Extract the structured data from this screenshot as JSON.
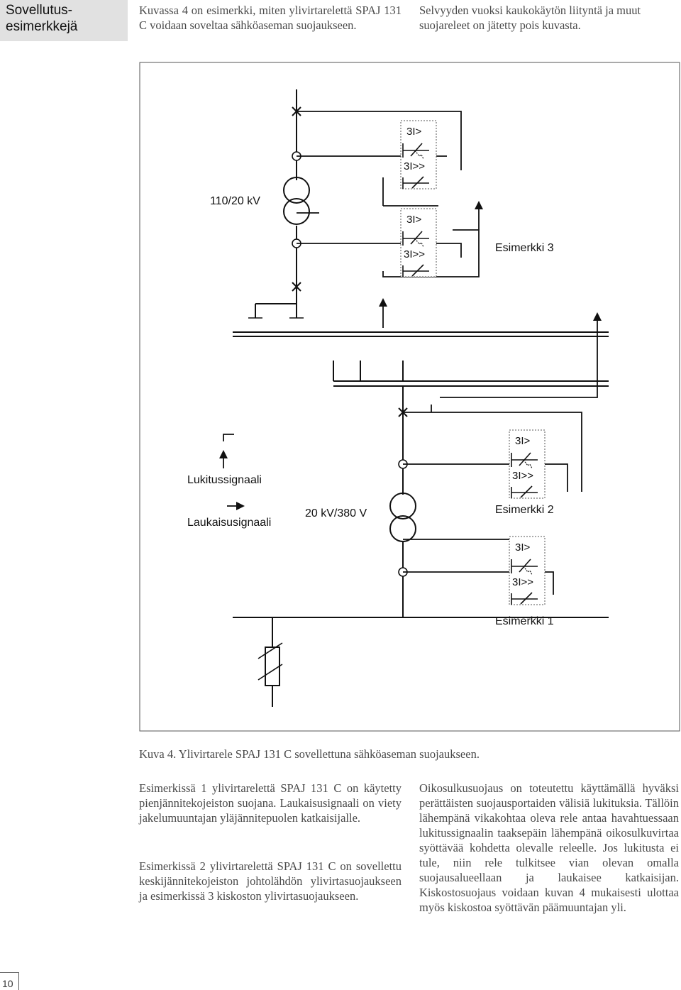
{
  "section": {
    "title": "Sovellutus-\nesimerkkejä",
    "background": "#e1e1e1"
  },
  "intro": {
    "left": "Kuvassa 4 on esimerkki, miten ylivirtarelettä SPAJ 131 C voidaan soveltaa sähköaseman suojaukseen.",
    "right": "Selvyyden vuoksi kaukokäytön liityntä ja muut suojareleet on jätetty pois kuvasta."
  },
  "diagram": {
    "labels": {
      "transformer_hv": "110/20 kV",
      "transformer_lv": "20 kV/380 V",
      "example_3": "Esimerkki 3",
      "example_2": "Esimerkki 2",
      "example_1": "Esimerkki 1",
      "blocking_signal": "Lukitussignaali",
      "trip_signal": "Laukaisusignaali"
    },
    "relay_stage_low": "3I>",
    "relay_stage_high": "3I>>",
    "line_color": "#111111",
    "icons": [
      "transformer-symbol",
      "circuit-breaker-cross",
      "current-transformer-circle",
      "overcurrent-relay-symbol",
      "signal-arrow",
      "fuse-symbol"
    ]
  },
  "caption": "Kuva 4. Ylivirtarele SPAJ 131 C sovellettuna sähköaseman suojaukseen.",
  "paragraphs": {
    "p1": "Esimerkissä 1 ylivirtarelettä SPAJ 131 C on käytetty pienjännitekojeiston suojana. Laukaisusignaali on viety jakelumuuntajan yläjännitepuolen katkaisijalle.",
    "p2": "Esimerkissä 2 ylivirtarelettä SPAJ 131 C on sovellettu keskijännitekojeiston johtolähdön ylivirtasuojaukseen ja esimerkissä 3 kiskoston ylivirtasuojaukseen.",
    "p3": "Oikosulkusuojaus on toteutettu käyttämällä hyväksi perättäisten suojausportaiden välisiä lukituksia. Tällöin lähempänä vikakohtaa oleva rele antaa havahtuessaan lukitussignaalin taaksepäin lähempänä oikosulkuvirtaa syöttävää kohdetta olevalle releelle. Jos lukitusta ei tule, niin rele tulkitsee vian olevan omalla suojausalueellaan ja laukaisee katkaisijan. Kiskostosuojaus voidaan kuvan 4 mukaisesti ulottaa myös kiskostoa syöttävän päämuuntajan yli."
  },
  "page_number": "10"
}
